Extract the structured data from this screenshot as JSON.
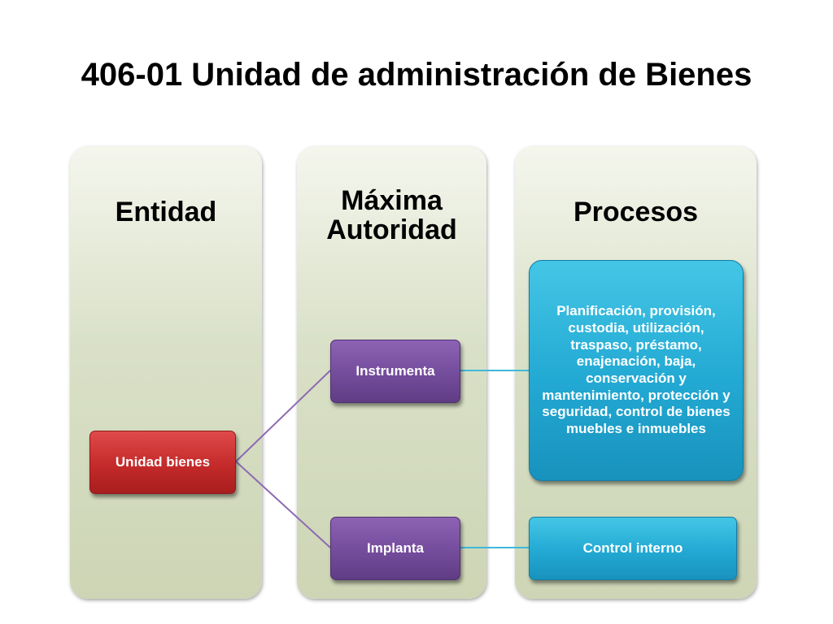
{
  "slide": {
    "title": "406-01 Unidad de administración de Bienes"
  },
  "columns": {
    "entidad": {
      "header": "Entidad"
    },
    "maxima": {
      "header_line1": "Máxima",
      "header_line2": "Autoridad"
    },
    "procesos": {
      "header": "Procesos"
    }
  },
  "nodes": {
    "unidad_bienes": "Unidad bienes",
    "instrumenta": "Instrumenta",
    "implanta": "Implanta",
    "procesos_detalle": "Planificación, provisión, custodia, utilización, traspaso, préstamo, enajenación, baja, conservación y mantenimiento, protección y seguridad, control de bienes muebles e inmuebles",
    "control_interno": "Control interno"
  },
  "colors": {
    "column_fill": "#d9e0c7",
    "red_node": "#c42a2a",
    "purple_node": "#744c9c",
    "cyan_node": "#22a9d3",
    "purple_connector": "#8d6ab3",
    "cyan_connector": "#3fb8d9"
  }
}
